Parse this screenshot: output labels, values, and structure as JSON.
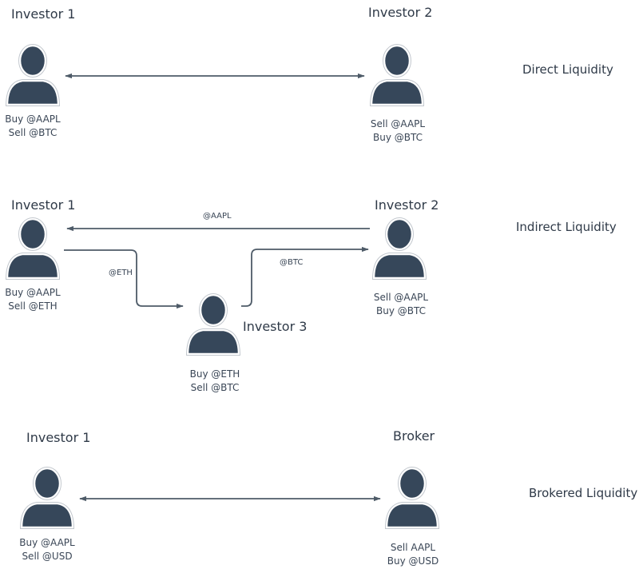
{
  "colors": {
    "person_fill": "#36475a",
    "person_stroke": "#ffffff",
    "outline": "#c3c8ce",
    "arrow": "#4e5b68"
  },
  "direct": {
    "title": "Direct Liquidity",
    "left": {
      "name": "Investor 1",
      "line1": "Buy @AAPL",
      "line2": "Sell @BTC"
    },
    "right": {
      "name": "Investor 2",
      "line1": "Sell @AAPL",
      "line2": "Buy @BTC"
    }
  },
  "indirect": {
    "title": "Indirect Liquidity",
    "left": {
      "name": "Investor 1",
      "line1": "Buy @AAPL",
      "line2": "Sell @ETH"
    },
    "right": {
      "name": "Investor 2",
      "line1": "Sell @AAPL",
      "line2": "Buy @BTC"
    },
    "middle": {
      "name": "Investor 3",
      "line1": "Buy @ETH",
      "line2": "Sell @BTC"
    },
    "flows": {
      "top": "@AAPL",
      "left_down": "@ETH",
      "right_up": "@BTC"
    }
  },
  "brokered": {
    "title": "Brokered Liquidity",
    "left": {
      "name": "Investor 1",
      "line1": "Buy @AAPL",
      "line2": "Sell @USD"
    },
    "right": {
      "name": "Broker",
      "line1": "Sell AAPL",
      "line2": "Buy @USD"
    }
  }
}
